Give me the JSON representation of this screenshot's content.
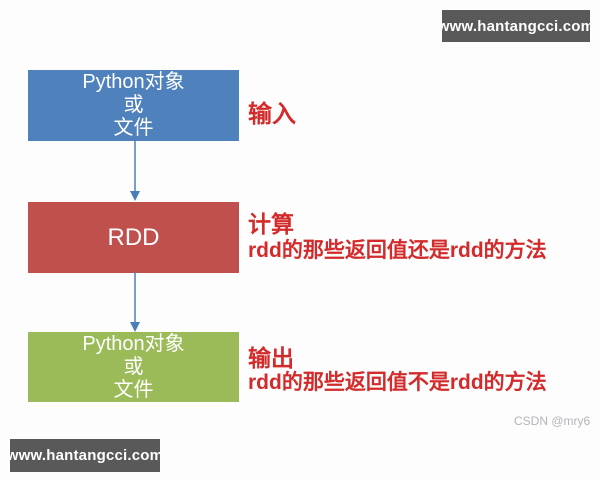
{
  "page": {
    "background": "#fdfdfd"
  },
  "watermarks": {
    "top": "www.hantangcci.com",
    "bottom": "www.hantangcci.com",
    "csdn": "CSDN @mry6",
    "bar_color": "#595959"
  },
  "diagram": {
    "input_box": {
      "line1": "Python对象",
      "line2": "或",
      "line3": "文件",
      "color": "#4f81bd"
    },
    "rdd_box": {
      "label": "RDD",
      "color": "#c0504d"
    },
    "output_box": {
      "line1": "Python对象",
      "line2": "或",
      "line3": "文件",
      "color": "#9bbb59"
    },
    "arrow_color": "#4a7ebb",
    "annotation_color": "#d32b2b",
    "annotations": {
      "input": {
        "title": "输入"
      },
      "compute": {
        "title": "计算",
        "subtitle": "rdd的那些返回值还是rdd的方法"
      },
      "output": {
        "title": "输出",
        "subtitle": "rdd的那些返回值不是rdd的方法"
      }
    }
  }
}
